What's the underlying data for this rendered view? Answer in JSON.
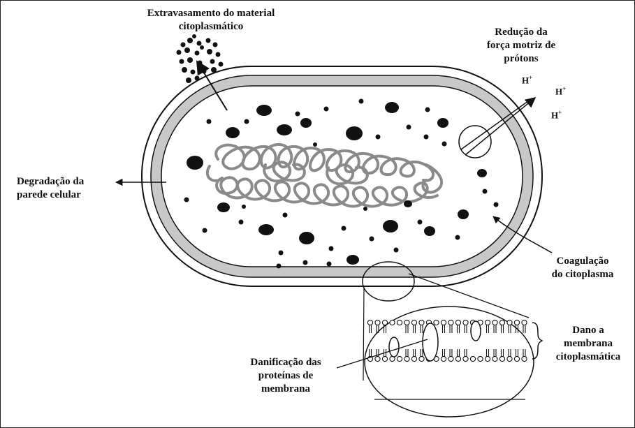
{
  "labels": {
    "extravasamento": [
      "Extravasamento do material",
      "citoplasmático"
    ],
    "reducao": [
      "Redução da",
      "força motriz de",
      "prótons"
    ],
    "degradacao": [
      "Degradação da",
      "parede celular"
    ],
    "coagulacao": [
      "Coagulação",
      "do citoplasma"
    ],
    "dano": [
      "Dano a",
      "membrana",
      "citoplasmática"
    ],
    "danificacao": [
      "Danificação das",
      "proteínas de",
      "membrana"
    ]
  },
  "ions": {
    "symbol": "H",
    "charge": "+"
  },
  "colors": {
    "ink": "#111111",
    "wall": "#c8c8c8",
    "dna": "#8a8a8a"
  }
}
